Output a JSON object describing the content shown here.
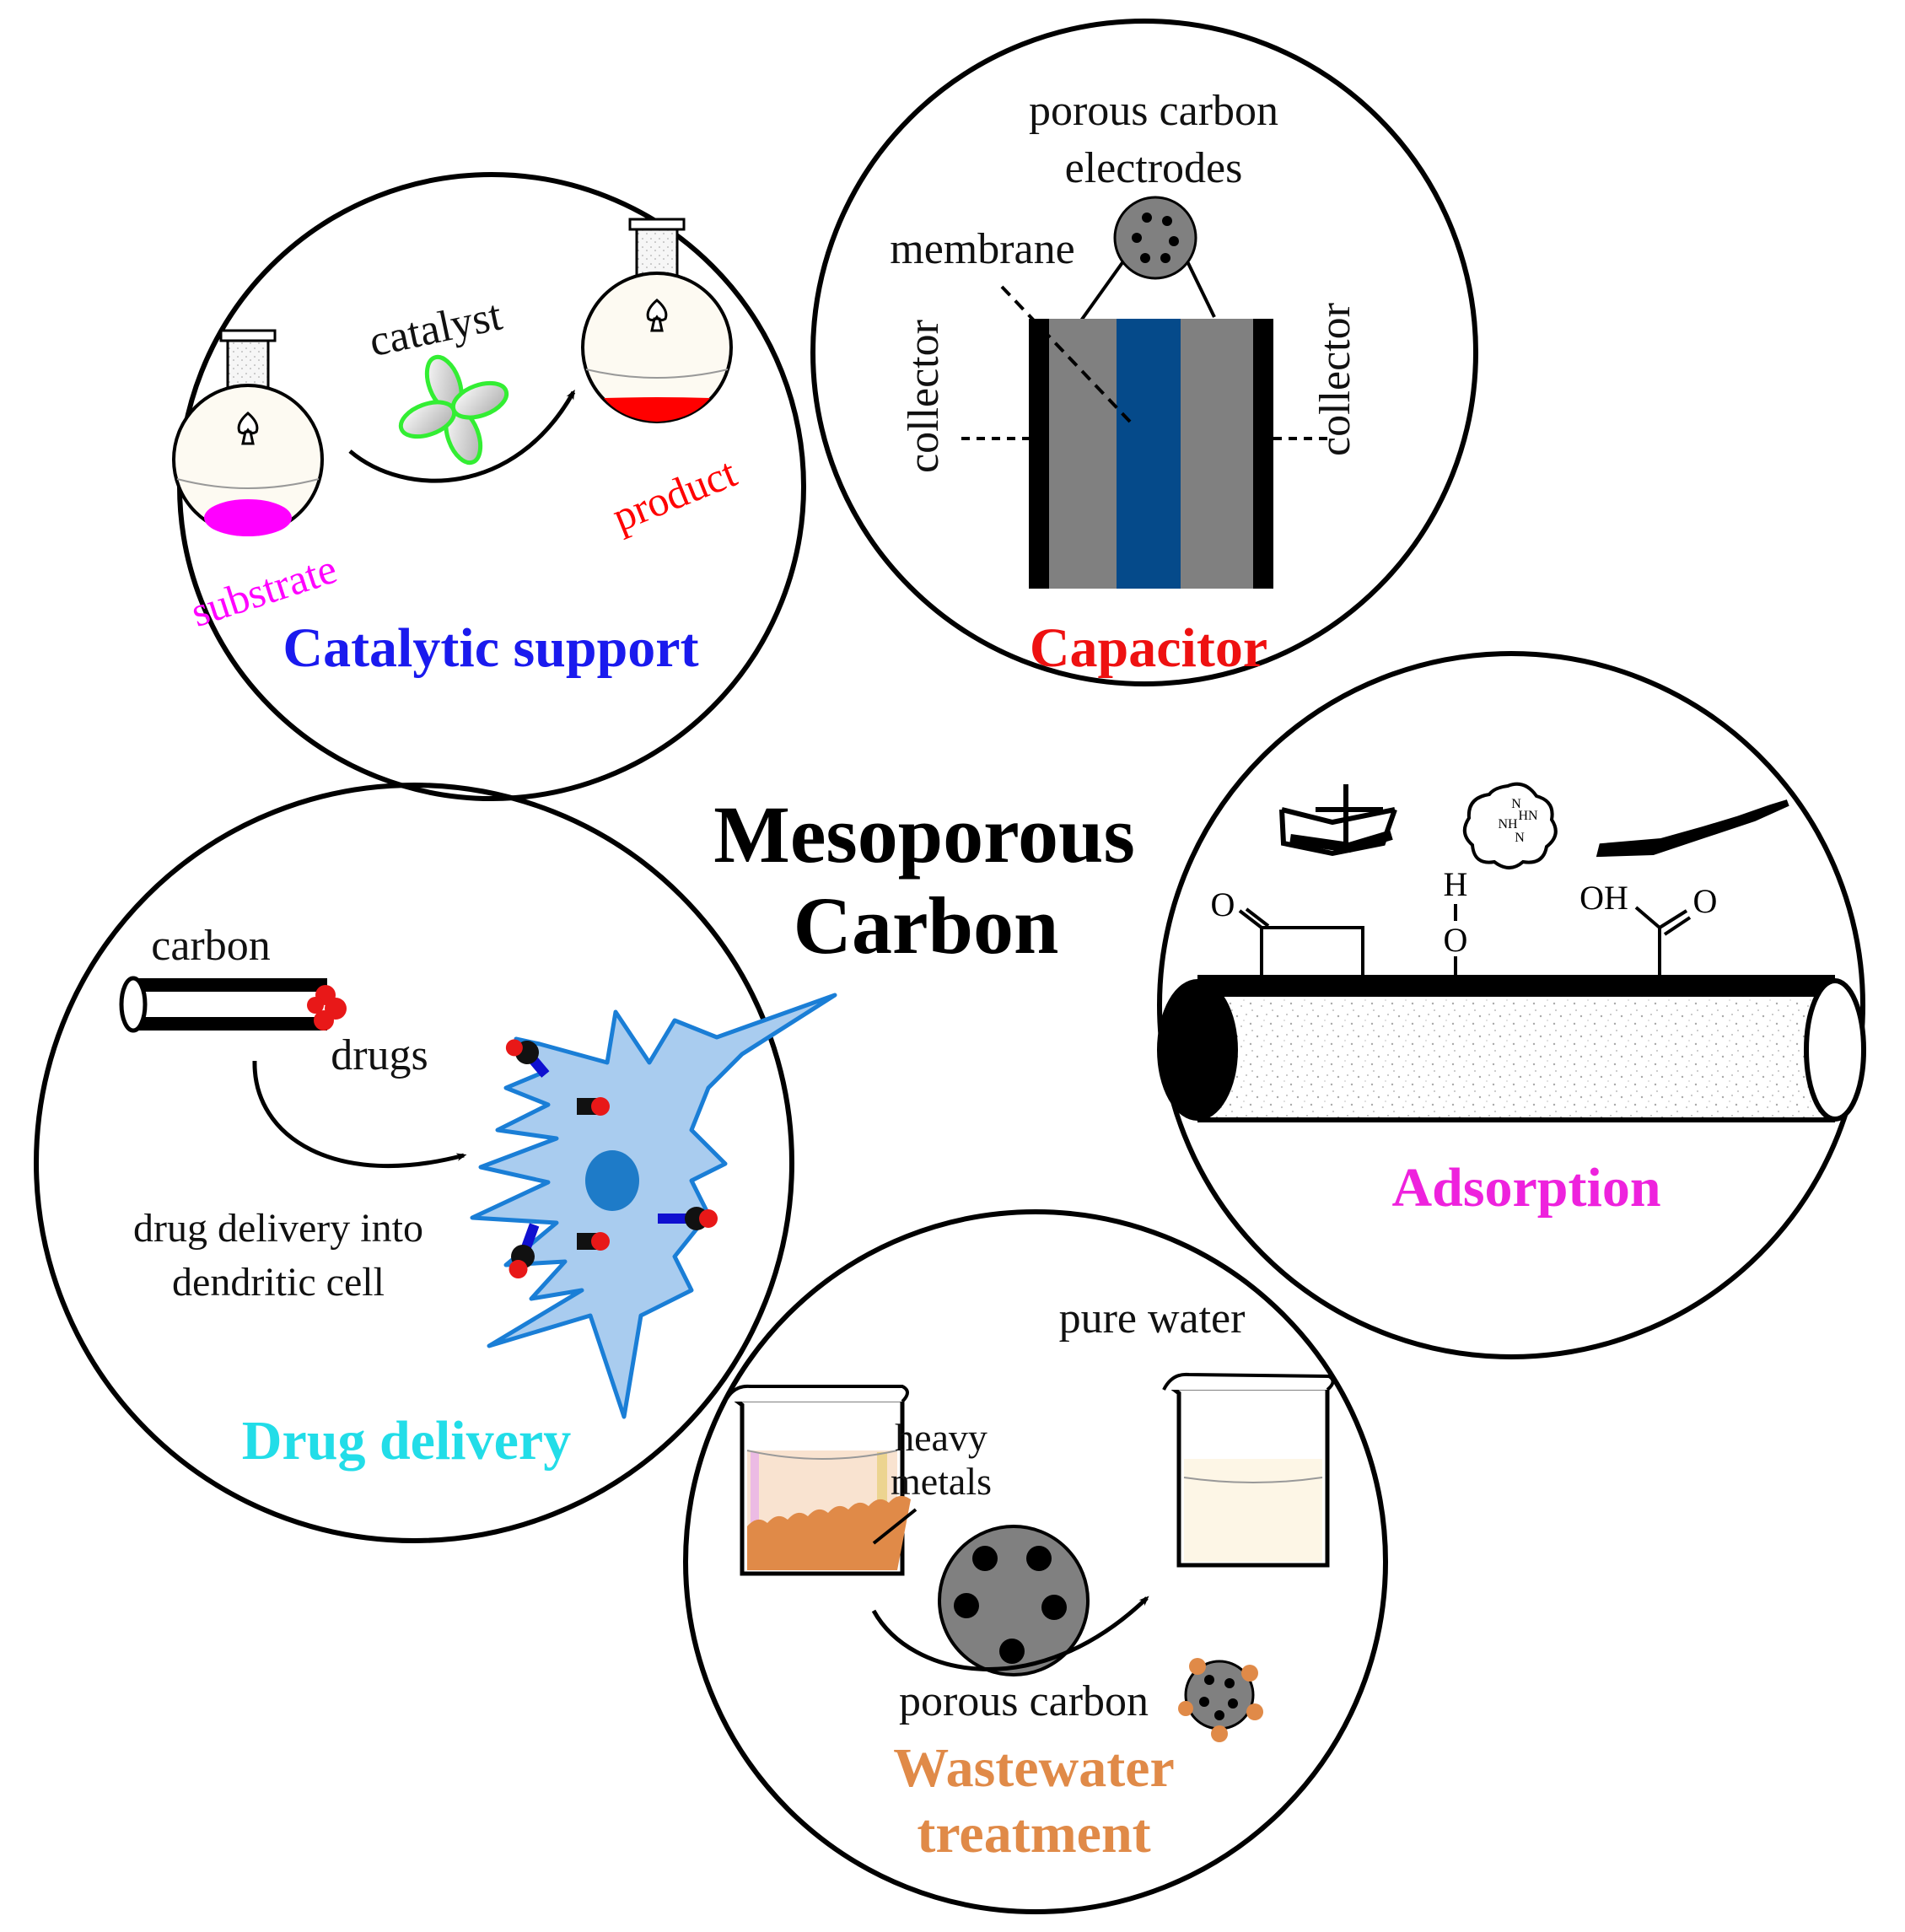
{
  "center_title": {
    "line1": "Mesoporous",
    "line2": "Carbon"
  },
  "colors": {
    "catalytic": "#1a1aee",
    "capacitor": "#ee1111",
    "adsorption": "#ee22dd",
    "drug": "#22dde8",
    "wastewater": "#e08a48",
    "substrate": "#ff00ff",
    "product": "#ff0000",
    "membrane_blue": "#054a8a",
    "electrode_gray": "#808080",
    "cell_blue": "#a9ccef",
    "nucleus": "#1e7bc8",
    "clover": "#33ee33"
  },
  "catalytic": {
    "title": "Catalytic support",
    "catalyst": "catalyst",
    "substrate": "substrate",
    "product": "product"
  },
  "capacitor": {
    "title": "Capacitor",
    "electrodes_line1": "porous carbon",
    "electrodes_line2": "electrodes",
    "membrane": "membrane",
    "collector_left": "collector",
    "collector_right": "collector"
  },
  "adsorption": {
    "title": "Adsorption",
    "group_aldehyde": "O",
    "group_hydroxyl_h": "H",
    "group_hydroxyl_o": "O",
    "group_acid_oh": "OH",
    "group_acid_o": "O",
    "molecule_atoms": [
      "N",
      "NH",
      "HN",
      "N"
    ]
  },
  "drug": {
    "title": "Drug delivery",
    "carbon": "carbon",
    "drugs": "drugs",
    "delivery_line1": "drug delivery into",
    "delivery_line2": "dendritic cell"
  },
  "wastewater": {
    "title_line1": "Wastewater",
    "title_line2": "treatment",
    "pure_water": "pure water",
    "heavy_line1": "heavy",
    "heavy_line2": "metals",
    "porous_carbon": "porous carbon"
  }
}
